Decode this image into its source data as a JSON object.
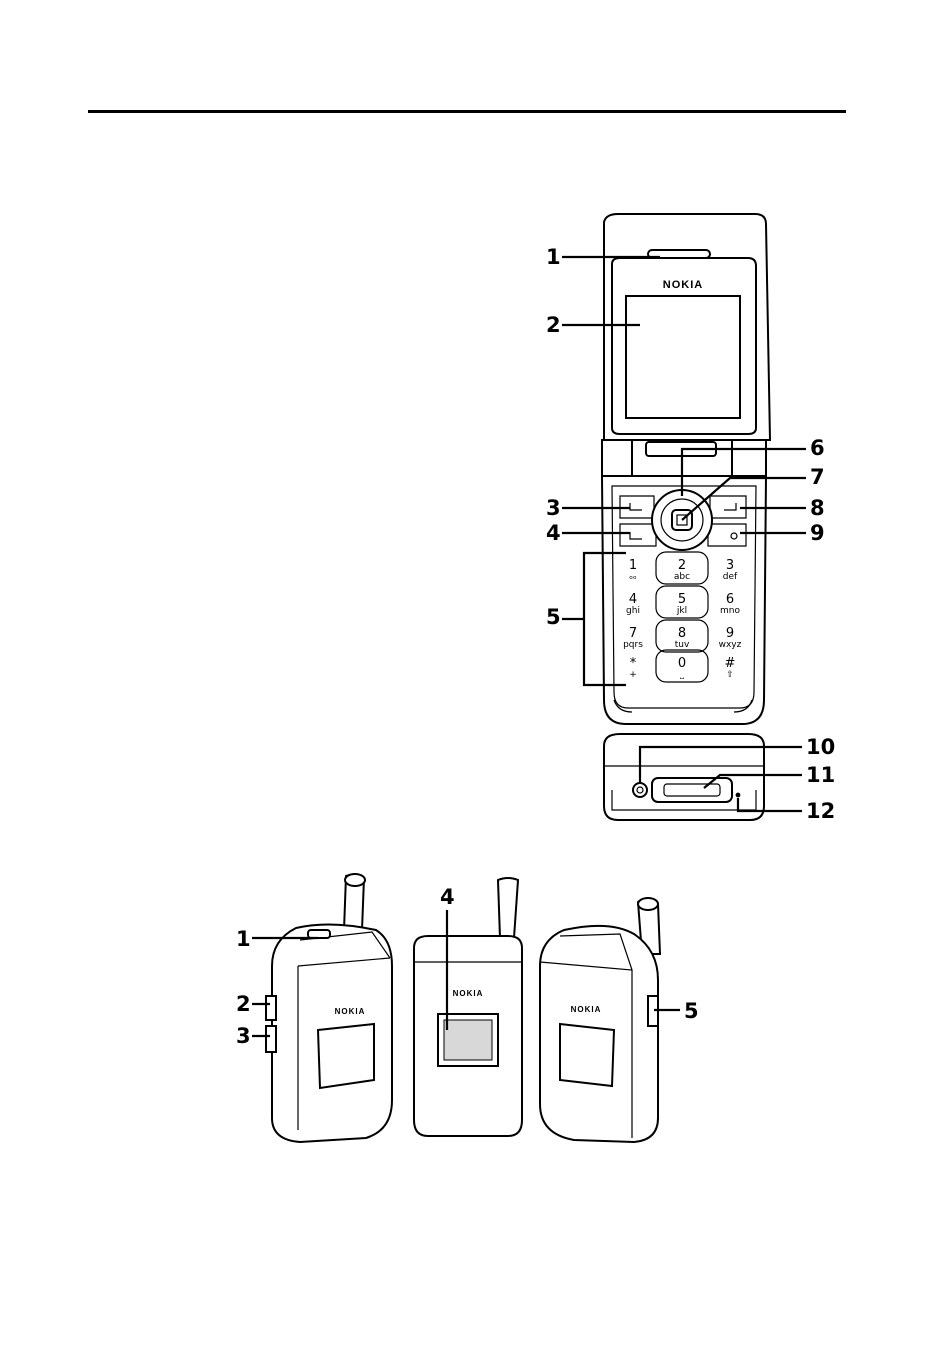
{
  "brand": "NOKIA",
  "open_view": {
    "callouts_left": [
      "1",
      "2",
      "3",
      "4",
      "5"
    ],
    "callouts_right": [
      "6",
      "7",
      "8",
      "9"
    ],
    "keys": [
      {
        "num": "1",
        "sub": "ₒₒ"
      },
      {
        "num": "2",
        "sub": "abc"
      },
      {
        "num": "3",
        "sub": "def"
      },
      {
        "num": "4",
        "sub": "ghi"
      },
      {
        "num": "5",
        "sub": "jkl"
      },
      {
        "num": "6",
        "sub": "mno"
      },
      {
        "num": "7",
        "sub": "pqrs"
      },
      {
        "num": "8",
        "sub": "tuv"
      },
      {
        "num": "9",
        "sub": "wxyz"
      },
      {
        "num": "*",
        "sub": "+"
      },
      {
        "num": "0",
        "sub": "⎵"
      },
      {
        "num": "#",
        "sub": "⇧"
      }
    ]
  },
  "bottom_view": {
    "callouts": [
      "10",
      "11",
      "12"
    ]
  },
  "closed_views": {
    "callouts_left": [
      "1",
      "2",
      "3"
    ],
    "callout_center": "4",
    "callout_right": "5"
  }
}
